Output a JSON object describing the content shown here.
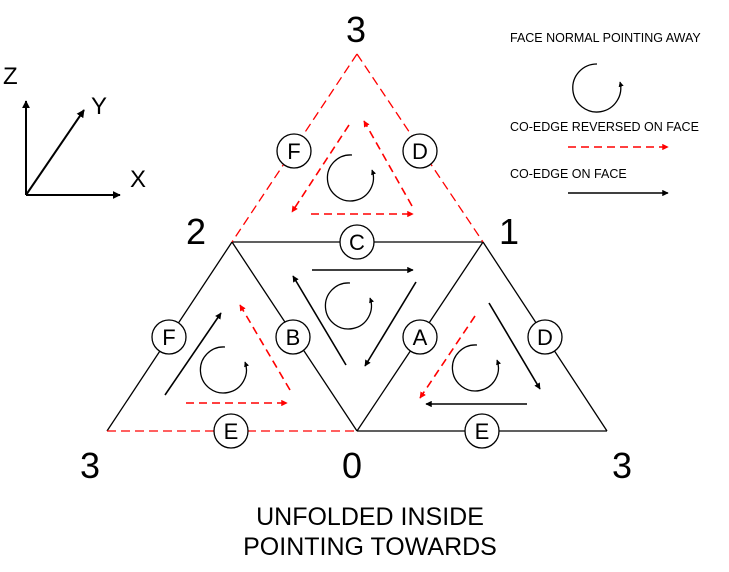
{
  "vertices": {
    "top": "3",
    "left_mid": "2",
    "right_mid": "1",
    "bottom_left": "3",
    "bottom_mid": "0",
    "bottom_right": "3"
  },
  "axes": {
    "z": "Z",
    "y": "Y",
    "x": "X"
  },
  "edge_labels": {
    "top_left": "F",
    "top_right": "D",
    "center_top": "C",
    "left_outer": "F",
    "center_left": "B",
    "center_right": "A",
    "right_outer": "D",
    "bottom_left": "E",
    "bottom_right": "E"
  },
  "legend": {
    "face_normal": "FACE NORMAL POINTING AWAY",
    "coedge_reversed": "CO-EDGE REVERSED ON FACE",
    "coedge": "CO-EDGE ON FACE"
  },
  "caption": {
    "line1": "UNFOLDED INSIDE",
    "line2": "POINTING TOWARDS"
  },
  "colors": {
    "reversed": "#ff0000",
    "normal": "#000000"
  }
}
